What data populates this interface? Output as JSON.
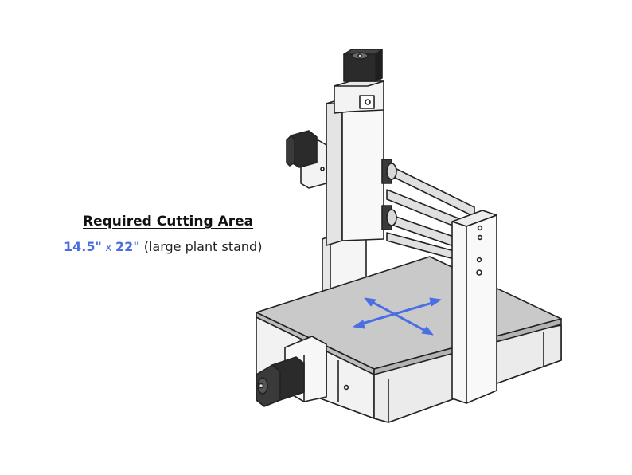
{
  "annotation": {
    "heading": "Required Cutting Area",
    "width_value": "14.5\"",
    "separator": " x ",
    "length_value": "22\"",
    "note": "(large plant stand)"
  },
  "colors": {
    "accent": "#4a6fe3",
    "outline": "#222222",
    "panel": "#f1f1f1",
    "bed": "#c9c9c9",
    "motor": "#2b2b2b"
  },
  "icons": {
    "motion_arrows": "double-headed-cross-arrow-icon"
  }
}
